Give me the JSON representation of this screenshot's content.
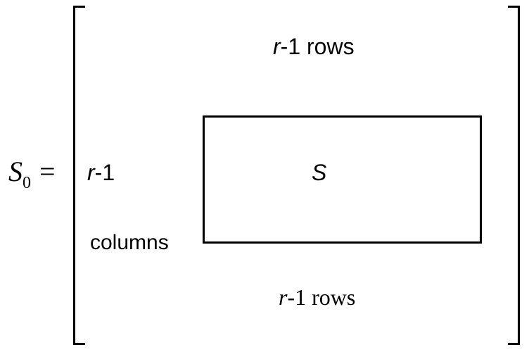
{
  "equation": {
    "lhs_symbol": "S",
    "lhs_subscript": "0",
    "equals": "="
  },
  "labels": {
    "top_rows_var": "r",
    "top_rows_text": "-1 rows",
    "left_var": "r",
    "left_text": "-1",
    "left_columns": "columns",
    "inner_symbol": "S",
    "bottom_rows_var": "r",
    "bottom_rows_text": "-1 rows"
  }
}
